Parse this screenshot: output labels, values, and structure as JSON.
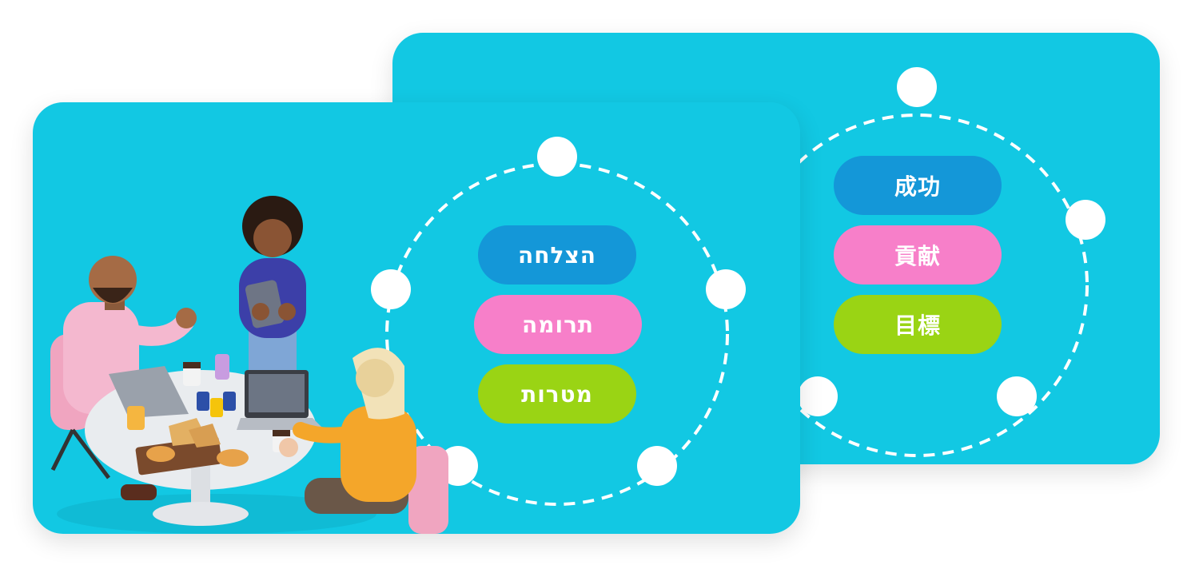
{
  "colors": {
    "card_bg": "#12C8E3",
    "pill_blue": "#1497D8",
    "pill_pink": "#F77FC9",
    "pill_green": "#9AD414",
    "ring": "#FFFFFF"
  },
  "back_card": {
    "labels": {
      "success": "成功",
      "contribution": "貢献",
      "goals": "目標"
    }
  },
  "front_card": {
    "labels": {
      "success": "הצלחה",
      "contribution": "תרומה",
      "goals": "מטרות"
    }
  },
  "illustration": {
    "icon": "team-meeting-illustration"
  }
}
